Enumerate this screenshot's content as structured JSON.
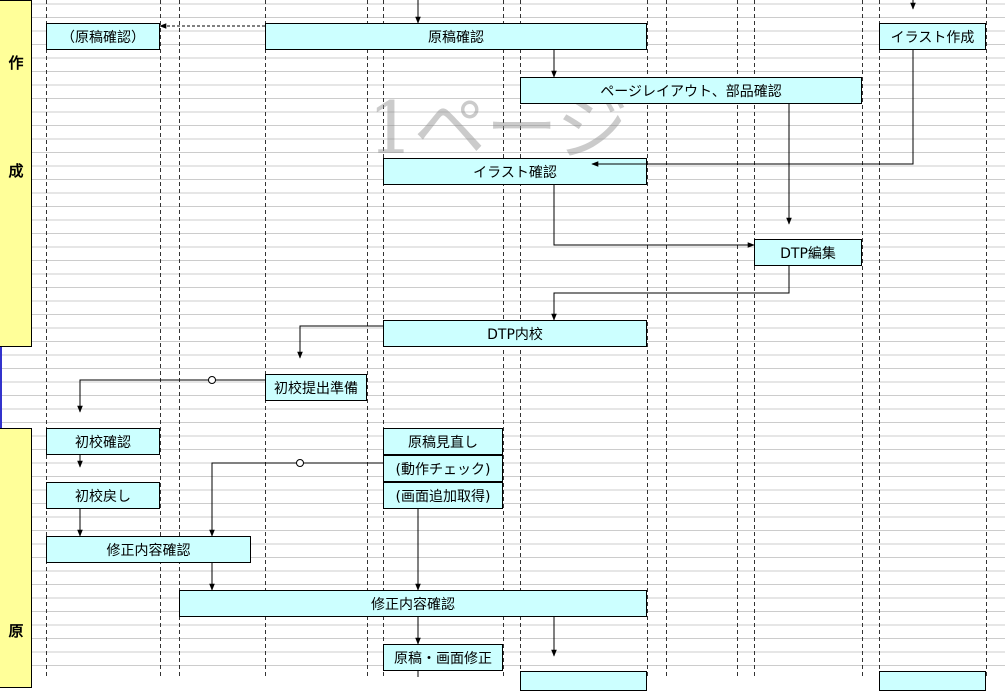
{
  "sections": {
    "upper_chars": [
      "作",
      "成"
    ],
    "lower_chars": [
      "原"
    ]
  },
  "watermark": "1ページ",
  "boxes": {
    "genko_kakunin_paren": "（原稿確認）",
    "genko_kakunin": "原稿確認",
    "illust_sakusei": "イラスト作成",
    "page_layout": "ページレイアウト、部品確認",
    "illust_kakunin": "イラスト確認",
    "dtp_henshu": "DTP編集",
    "dtp_naiko": "DTP内校",
    "shoko_teishutsu": "初校提出準備",
    "shoko_kakunin": "初校確認",
    "shoko_modoshi": "初校戻し",
    "shusei_kakunin_1": "修正内容確認",
    "genko_minaoshi": "原稿見直し",
    "dosa_check": "(動作チェック)",
    "gamen_tsuika": "(画面追加取得)",
    "shusei_kakunin_2": "修正内容確認",
    "genko_gamen_shusei": "原稿・画面修正"
  },
  "colors": {
    "box_fill": "#ccffff",
    "section_fill": "#ffff99",
    "grid": "#cccccc",
    "line": "#000000"
  }
}
